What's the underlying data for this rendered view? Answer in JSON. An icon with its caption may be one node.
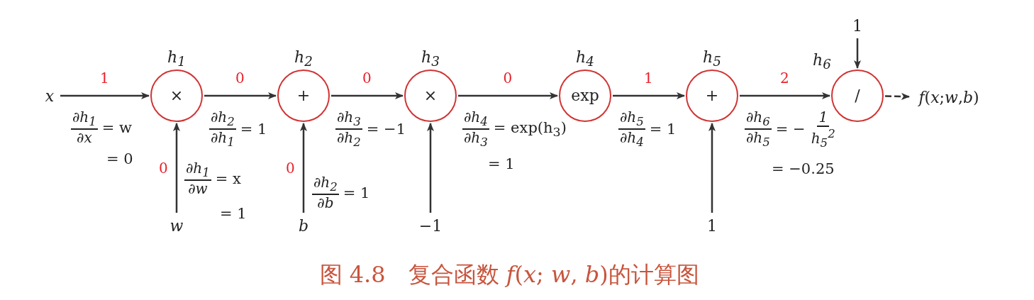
{
  "diagram": {
    "caption": "图 4.8　复合函数 *f*(*x*; *w*, *b*)的计算图",
    "nodes": [
      {
        "text": [
          "x"
        ]
      },
      {
        "text": [
          "×"
        ],
        "beside": [
          "h$_{1}$"
        ]
      },
      {
        "text": [
          "+"
        ],
        "beside": [
          "h$_{2}$"
        ]
      },
      {
        "text": [
          "×"
        ],
        "beside": [
          "h$_{3}$"
        ]
      },
      {
        "text": [
          "exp"
        ],
        "beside": [
          "h$_{4}$"
        ]
      },
      {
        "text": [
          "+"
        ],
        "beside": [
          "h$_{5}$"
        ]
      },
      {
        "text": [
          "1"
        ]
      },
      {
        "text": [
          "/"
        ],
        "beside": [
          "h$_{6}$"
        ]
      },
      {
        "text": [
          "*f*(*x*;*w*,*b*)"
        ]
      },
      {
        "text": [
          "w"
        ]
      },
      {
        "text": [
          "b"
        ]
      },
      {
        "text": [
          "−1"
        ]
      },
      {
        "text": [
          "1"
        ]
      }
    ],
    "edges": [
      {
        "from": 0,
        "to": 1,
        "arrow": "to",
        "label": "1"
      },
      {
        "from": 1,
        "to": 2,
        "arrow": "to",
        "label": "0"
      },
      {
        "from": 2,
        "to": 3,
        "arrow": "to",
        "label": "0"
      },
      {
        "from": 3,
        "to": 4,
        "arrow": "to",
        "label": "0"
      },
      {
        "from": 4,
        "to": 5,
        "arrow": "to",
        "label": "1"
      },
      {
        "from": 5,
        "to": 7,
        "arrow": "to",
        "label": "2"
      },
      {
        "from": 6,
        "to": 7,
        "arrow": "to"
      },
      {
        "from": 7,
        "to": 8,
        "arrow": "to",
        "style": "dashed"
      },
      {
        "from": 9,
        "to": 1,
        "arrow": "to",
        "label": "0"
      },
      {
        "from": 10,
        "to": 2,
        "arrow": "to",
        "label": "0"
      },
      {
        "from": 11,
        "to": 3,
        "arrow": "to"
      },
      {
        "from": 12,
        "to": 5,
        "arrow": "to"
      }
    ],
    "labels": [
      "∂h$_{1}$",
      "∂x",
      "= w",
      "= 0",
      "∂h$_{2}$",
      "∂h$_{1}$",
      "= 1",
      "∂h$_{3}$",
      "∂h$_{2}$",
      "= −1",
      "∂h$_{4}$",
      "∂h$_{3}$",
      "= exp(h$_{3}$)",
      "= 1",
      "∂h$_{5}$",
      "∂h$_{4}$",
      "= 1",
      "∂h$_{6}$",
      "∂h$_{5}$",
      "= −",
      "1",
      "h$_{5}$$^{2}$",
      "= −0.25",
      "∂h$_{1}$",
      "∂w",
      "= x",
      "= 1",
      "∂h$_{2}$",
      "∂b",
      "= 1"
    ]
  }
}
